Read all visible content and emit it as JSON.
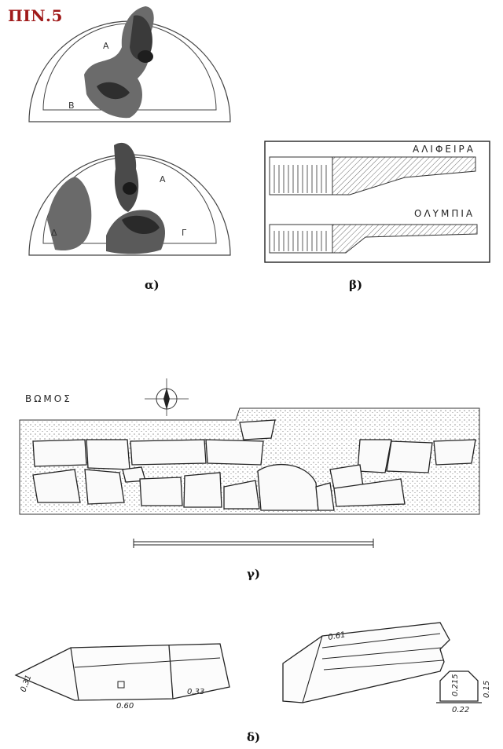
{
  "plate": {
    "label": "ΠΙΝ.5"
  },
  "panel_a": {
    "caption": "α)",
    "top_letters": [
      "Α",
      "Β"
    ],
    "bottom_letters": [
      "Α",
      "Δ",
      "Γ"
    ]
  },
  "panel_b": {
    "caption": "β)",
    "profile_titles": [
      "ΑΛΙΦΕΙΡΑ",
      "ΟΛΥΜΠΙΑ"
    ]
  },
  "panel_g": {
    "caption": "γ)",
    "title": "ΒΩΜΟΣ"
  },
  "panel_d": {
    "caption": "δ)",
    "left_dims": [
      "0.31",
      "0.60",
      "0.33"
    ],
    "right_dims": [
      "0.61",
      "0.215",
      "0.15",
      "0.22"
    ]
  }
}
